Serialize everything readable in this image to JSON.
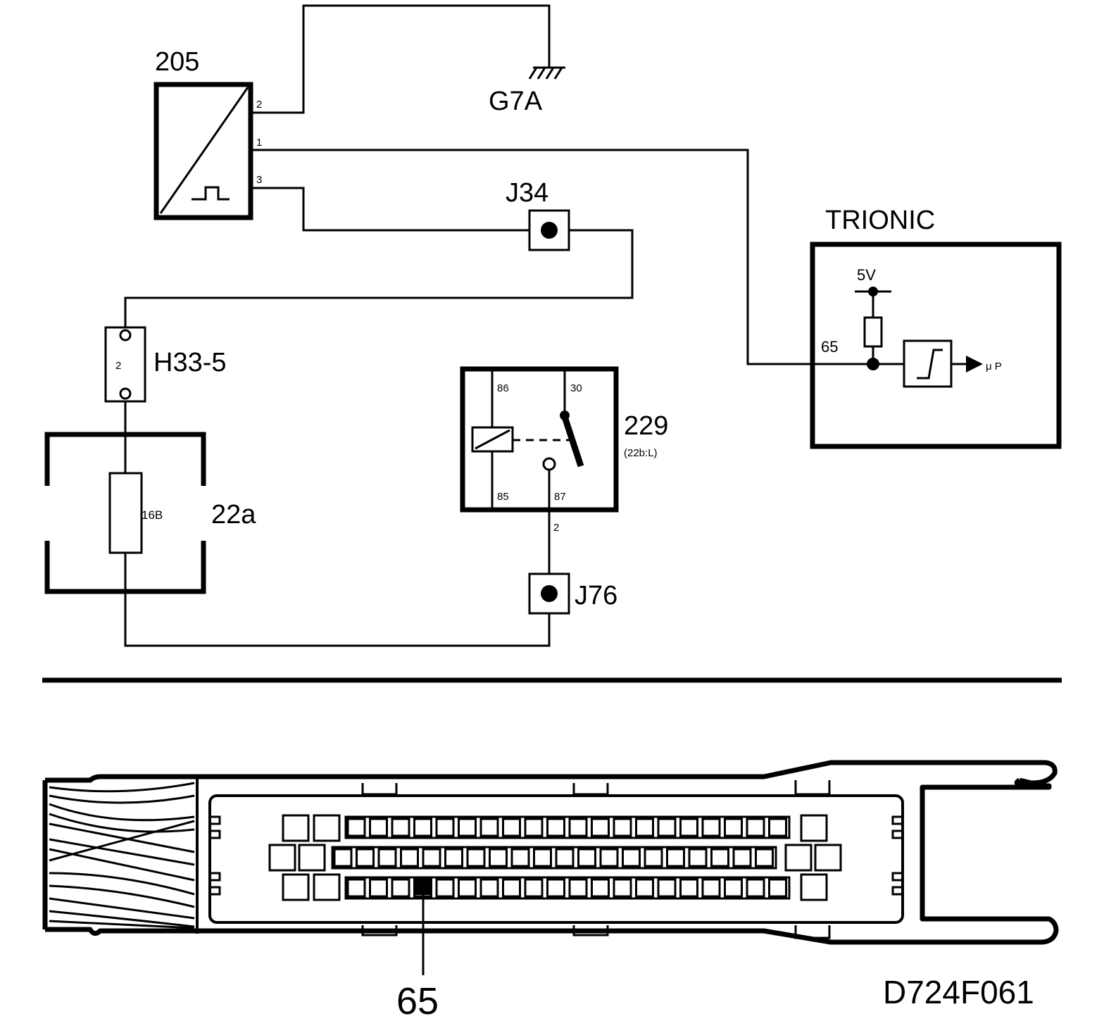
{
  "components": {
    "sensor": {
      "label": "205",
      "pins": [
        "2",
        "1",
        "3"
      ]
    },
    "ground": {
      "label": "G7A"
    },
    "junction_top": {
      "label": "J34"
    },
    "connector": {
      "label": "H33-5",
      "pin": "2"
    },
    "fuse_box": {
      "label": "22a",
      "fuse": "16B"
    },
    "relay": {
      "label": "229",
      "sublabel": "(22b:L)",
      "pins": [
        "86",
        "30",
        "85",
        "87"
      ],
      "out_pin": "2"
    },
    "junction_bottom": {
      "label": "J76"
    },
    "ecu": {
      "label": "TRIONIC",
      "supply": "5V",
      "pin": "65",
      "output": "μ P"
    }
  },
  "connector_view": {
    "callout_pin": "65"
  },
  "figure_code": "D724F061"
}
